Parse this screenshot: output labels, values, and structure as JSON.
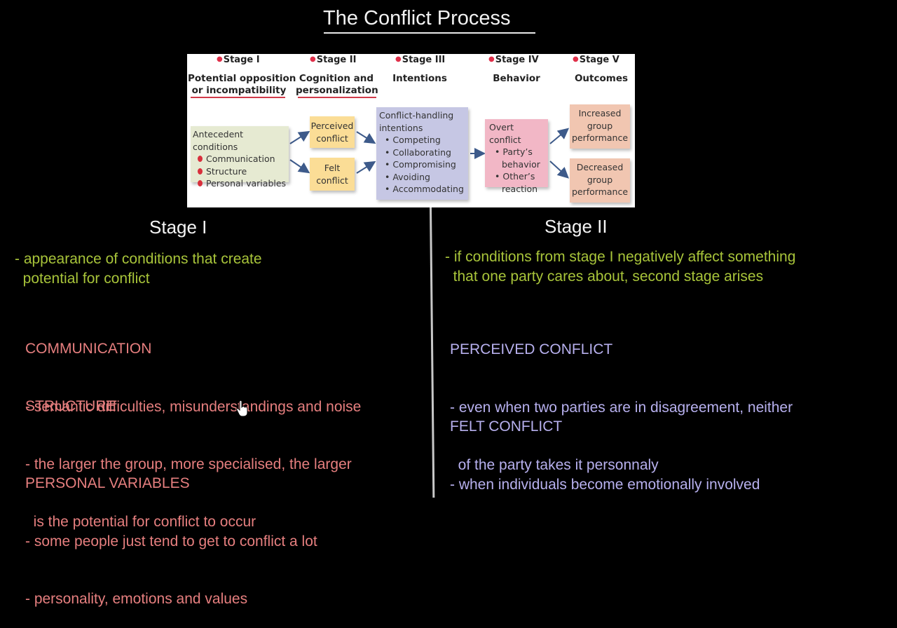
{
  "title": "The Conflict Process",
  "diagram": {
    "stages": [
      {
        "label": "Stage I",
        "name_line1": "Potential opposition",
        "name_line2": "or incompatibility"
      },
      {
        "label": "Stage II",
        "name_line1": "Cognition and",
        "name_line2": "personalization"
      },
      {
        "label": "Stage III",
        "name_line1": "Intentions",
        "name_line2": ""
      },
      {
        "label": "Stage IV",
        "name_line1": "Behavior",
        "name_line2": ""
      },
      {
        "label": "Stage V",
        "name_line1": "Outcomes",
        "name_line2": ""
      }
    ],
    "antecedent": {
      "heading": "Antecedent conditions",
      "items": [
        "Communication",
        "Structure",
        "Personal variables"
      ]
    },
    "perceived": {
      "line1": "Perceived",
      "line2": "conflict"
    },
    "felt": {
      "line1": "Felt",
      "line2": "conflict"
    },
    "intentions": {
      "heading_line1": "Conflict-handling",
      "heading_line2": "intentions",
      "items": [
        "Competing",
        "Collaborating",
        "Compromising",
        "Avoiding",
        "Accommodating"
      ]
    },
    "behavior": {
      "heading": "Overt conflict",
      "item1_line1": "Party’s",
      "item1_line2": "behavior",
      "item2_line1": "Other’s",
      "item2_line2": "reaction"
    },
    "outcome_up": {
      "line1": "Increased",
      "line2": "group",
      "line3": "performance"
    },
    "outcome_down": {
      "line1": "Decreased",
      "line2": "group",
      "line3": "performance"
    }
  },
  "stage1": {
    "heading": "Stage I",
    "intro_line1": "- appearance of conditions that create",
    "intro_line2": "  potential for conflict",
    "communication": {
      "heading": "COMMUNICATION",
      "line1": "- semantic difficulties, misunderstandings and noise"
    },
    "structure": {
      "heading": "STRUCTURE",
      "line1": "- the larger the group, more specialised, the larger",
      "line2": "  is the potential for conflict to occur"
    },
    "personal": {
      "heading": "PERSONAL VARIABLES",
      "line1": "- some people just tend to get to conflict a lot",
      "line2": "- personality, emotions and values"
    }
  },
  "stage2": {
    "heading": "Stage II",
    "intro_line1": "- if conditions from stage I negatively affect something",
    "intro_line2": "  that one party cares about, second stage arises",
    "perceived": {
      "heading": "PERCEIVED CONFLICT",
      "line1": "- even when two parties are in disagreement, neither",
      "line2": "  of the party takes it personnaly"
    },
    "felt": {
      "heading": "FELT CONFLICT",
      "line1": "- when individuals become emotionally involved"
    }
  },
  "colors": {
    "intro": "#a8c43a",
    "stage1_text": "#e67f7f",
    "stage2_text": "#b7b0ee",
    "background": "#000000"
  }
}
